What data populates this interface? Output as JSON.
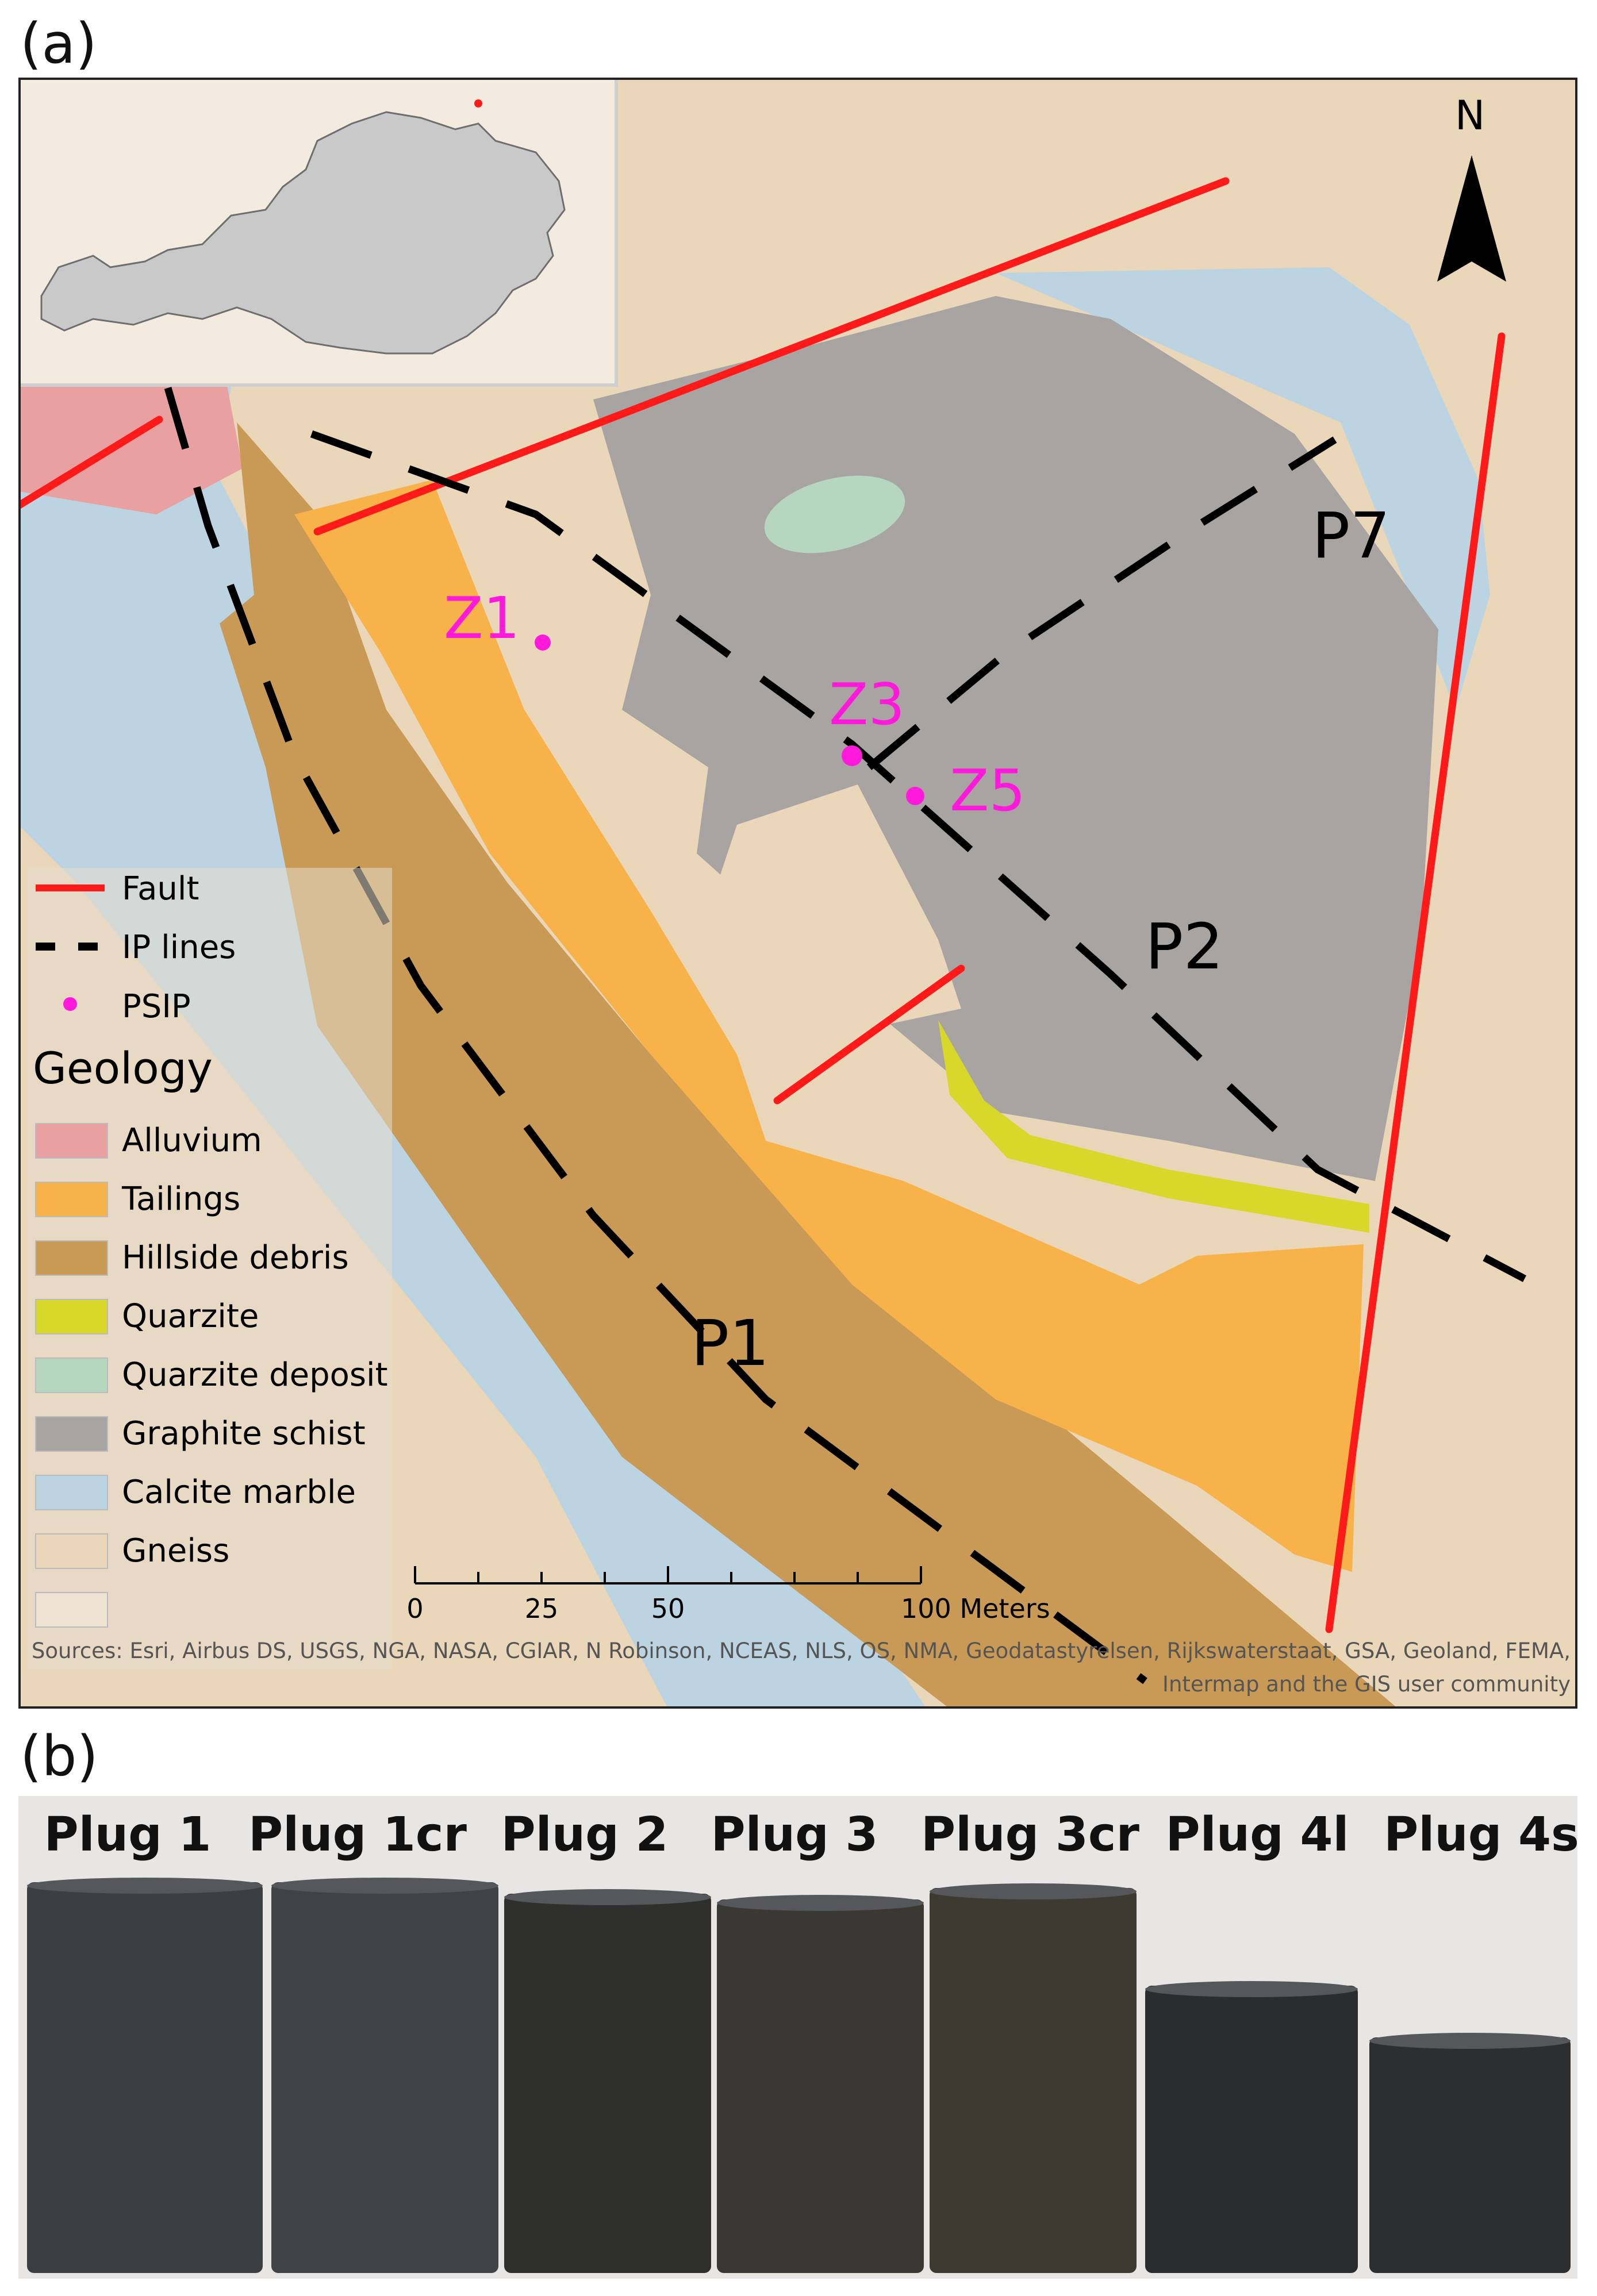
{
  "panel_a_label": "(a)",
  "panel_b_label": "(b)",
  "map": {
    "north_label": "N",
    "profile_labels": [
      "P1",
      "P2",
      "P7"
    ],
    "points": [
      "Z1",
      "Z3",
      "Z5"
    ],
    "legend": {
      "lines": [
        {
          "label": "Fault",
          "color": "#ff1a1a",
          "style": "solid"
        },
        {
          "label": "IP lines",
          "color": "#000000",
          "style": "dashed"
        },
        {
          "label": "PSIP",
          "color": "#ff1adb",
          "style": "dot"
        }
      ],
      "geology_title": "Geology",
      "units": [
        {
          "label": "Alluvium",
          "color": "#e9a0a0"
        },
        {
          "label": "Tailings",
          "color": "#f8b24a"
        },
        {
          "label": "Hillside debris",
          "color": "#c89a55"
        },
        {
          "label": "Quarzite",
          "color": "#d8d82a"
        },
        {
          "label": "Quarzite deposit",
          "color": "#b6d6c0"
        },
        {
          "label": "Graphite schist",
          "color": "#a8a4a2"
        },
        {
          "label": "Calcite marble",
          "color": "#bcd4e2"
        },
        {
          "label": "Gneiss",
          "color": "#ead6b8"
        },
        {
          "label": "",
          "color": "#efe3d3"
        }
      ]
    },
    "scale_bar": {
      "ticks": [
        "0",
        "25",
        "50",
        "100 Meters"
      ]
    },
    "sources_line1": "Sources: Esri, Airbus DS, USGS, NGA, NASA, CGIAR, N Robinson, NCEAS, NLS, OS, NMA, Geodatastyrelsen, Rijkswaterstaat, GSA, Geoland, FEMA,",
    "sources_line2": "Intermap and the GIS user community"
  },
  "plugs": [
    {
      "label": "Plug 1",
      "color": "#3c3f42"
    },
    {
      "label": "Plug 1cr",
      "color": "#404346"
    },
    {
      "label": "Plug 2",
      "color": "#2f302e"
    },
    {
      "label": "Plug 3",
      "color": "#3a3833"
    },
    {
      "label": "Plug 3cr",
      "color": "#3d3a32"
    },
    {
      "label": "Plug 4l",
      "color": "#2b2c2d"
    },
    {
      "label": "Plug 4s",
      "color": "#2d2e30"
    }
  ]
}
